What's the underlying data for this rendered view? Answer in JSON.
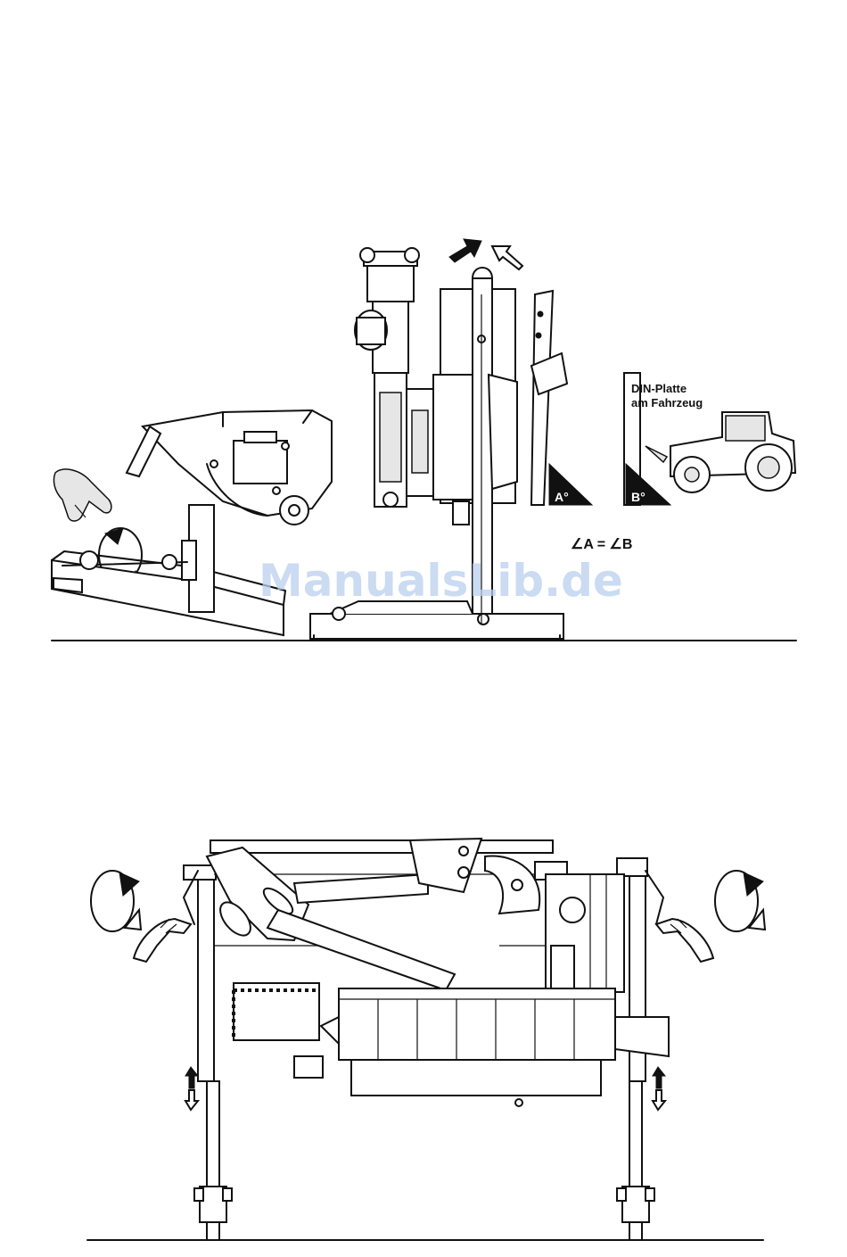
{
  "figure_top": {
    "din_label_line1": "DIN-Platte",
    "din_label_line2": "am Fahrzeug",
    "angle_a_label": "A°",
    "angle_b_label": "B°",
    "equation": "∠A = ∠B"
  },
  "watermark": "ManualsLib.de"
}
